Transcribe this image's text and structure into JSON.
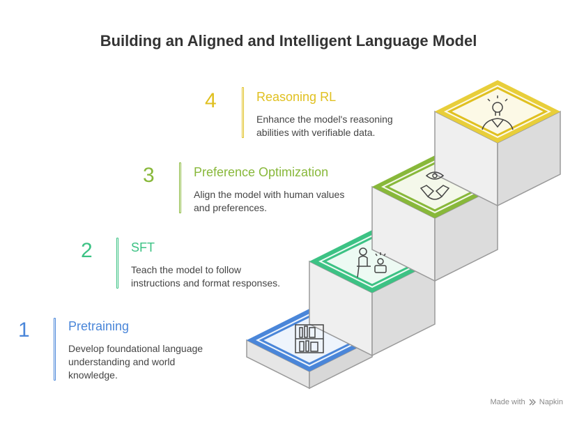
{
  "title": "Building an Aligned and Intelligent Language Model",
  "steps": [
    {
      "number": "1",
      "heading": "Pretraining",
      "desc_lines": [
        "Develop foundational language",
        "understanding and world",
        "knowledge."
      ],
      "color": "#4a86d9",
      "icon": "bookshelf-icon"
    },
    {
      "number": "2",
      "heading": "SFT",
      "desc_lines": [
        "Teach the model to follow",
        "instructions and format responses."
      ],
      "color": "#3cc284",
      "icon": "teacher-student-icon"
    },
    {
      "number": "3",
      "heading": "Preference Optimization",
      "desc_lines": [
        "Align the model with human values",
        "and preferences."
      ],
      "color": "#88b83a",
      "icon": "handshake-eye-icon"
    },
    {
      "number": "4",
      "heading": "Reasoning RL",
      "desc_lines": [
        "Enhance the model's reasoning",
        "abilities with verifiable data."
      ],
      "color": "#e0c020",
      "icon": "lightbulb-person-icon"
    }
  ],
  "credit": {
    "prefix": "Made with",
    "brand": "Napkin"
  }
}
